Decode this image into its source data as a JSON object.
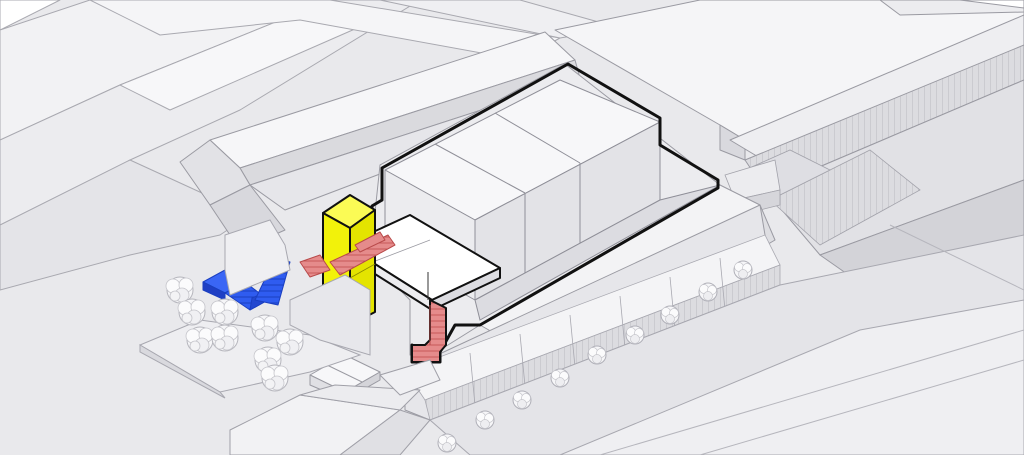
{
  "diagram": {
    "kind": "axonometric-site-massing",
    "colors": {
      "ground": "#e9e9ec",
      "mass_light": "#f4f4f6",
      "mass_mid": "#e2e2e6",
      "mass_dark": "#cfcfd5",
      "line": "#9a9aa2",
      "outline": "#111111",
      "vertical_core": "#f2f20a",
      "stair_blue": "#2f5cf0",
      "stair_red": "#e27c7c",
      "canopy": "#ffffff"
    },
    "elements": [
      "site-outline",
      "building-mass",
      "yellow-vertical-core",
      "blue-stair",
      "red-stairs",
      "canopy",
      "trees",
      "neighbouring-buildings",
      "stepped-terrace"
    ]
  }
}
